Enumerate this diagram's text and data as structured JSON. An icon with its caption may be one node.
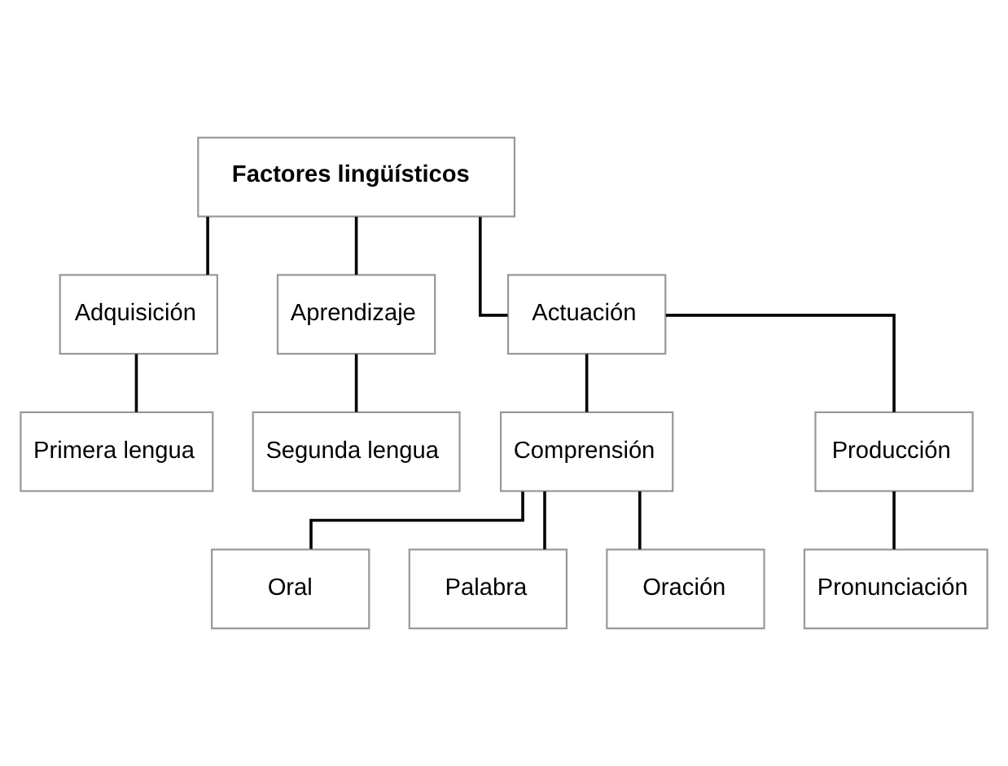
{
  "diagram": {
    "nodes": [
      {
        "text": [
          "Factores lingüísticos"
        ]
      },
      {
        "text": [
          "Adquisición"
        ]
      },
      {
        "text": [
          "Aprendizaje"
        ]
      },
      {
        "text": [
          "Actuación"
        ]
      },
      {
        "text": [
          "Primera lengua"
        ]
      },
      {
        "text": [
          "Segunda lengua"
        ]
      },
      {
        "text": [
          "Comprensión"
        ]
      },
      {
        "text": [
          "Producción"
        ]
      },
      {
        "text": [
          "Oral"
        ]
      },
      {
        "text": [
          "Palabra"
        ]
      },
      {
        "text": [
          "Oración"
        ]
      },
      {
        "text": [
          "Pronunciación"
        ]
      }
    ],
    "edges": [
      {
        "from": 0,
        "to": 1,
        "arrow": "none"
      },
      {
        "from": 0,
        "to": 2,
        "arrow": "none"
      },
      {
        "from": 0,
        "to": 3,
        "arrow": "none"
      },
      {
        "from": 1,
        "to": 4,
        "arrow": "none"
      },
      {
        "from": 2,
        "to": 5,
        "arrow": "none"
      },
      {
        "from": 3,
        "to": 6,
        "arrow": "none"
      },
      {
        "from": 3,
        "to": 7,
        "arrow": "none"
      },
      {
        "from": 6,
        "to": 8,
        "arrow": "none"
      },
      {
        "from": 6,
        "to": 9,
        "arrow": "none"
      },
      {
        "from": 6,
        "to": 10,
        "arrow": "none"
      },
      {
        "from": 7,
        "to": 11,
        "arrow": "none"
      }
    ]
  }
}
